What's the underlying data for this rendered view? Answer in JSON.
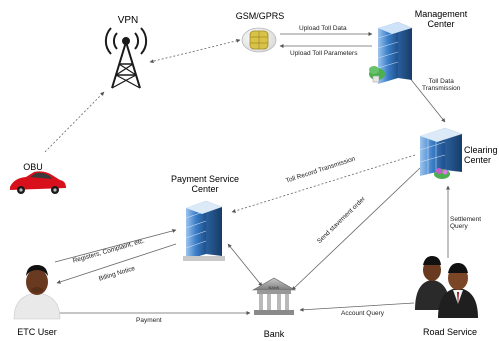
{
  "nodes": {
    "vpn": "VPN",
    "gsm": "GSM/GPRS",
    "management": [
      "Management",
      "Center"
    ],
    "clearing": [
      "Clearing",
      "Center"
    ],
    "payment": [
      "Payment Service",
      "Center"
    ],
    "obu": "OBU",
    "etc_user": "ETC User",
    "bank": "Bank",
    "road_service": "Road Service"
  },
  "bank_sign": "BANK",
  "edges": {
    "upload_toll_data": "Upload Toll Data",
    "upload_toll_parameters": "Upload Toll Parameters",
    "toll_data_transmission": [
      "Toll Data",
      "Transmission"
    ],
    "toll_record_transmission": "Toll Record Transmission",
    "send_statement_order": "Send stavement order",
    "registers_complaint": "Registers, Complaint, etc.",
    "billing_notice": "Billing Notice",
    "payment": "Payment",
    "account_query": "Account Query",
    "settlement_query": [
      "Settlement",
      "Query"
    ]
  },
  "colors": {
    "car": "#d8101c",
    "building_glass": "#3a7ec8",
    "chip": "#d9c24a",
    "tower": "#1a1a1a",
    "arrows": "#555555"
  }
}
